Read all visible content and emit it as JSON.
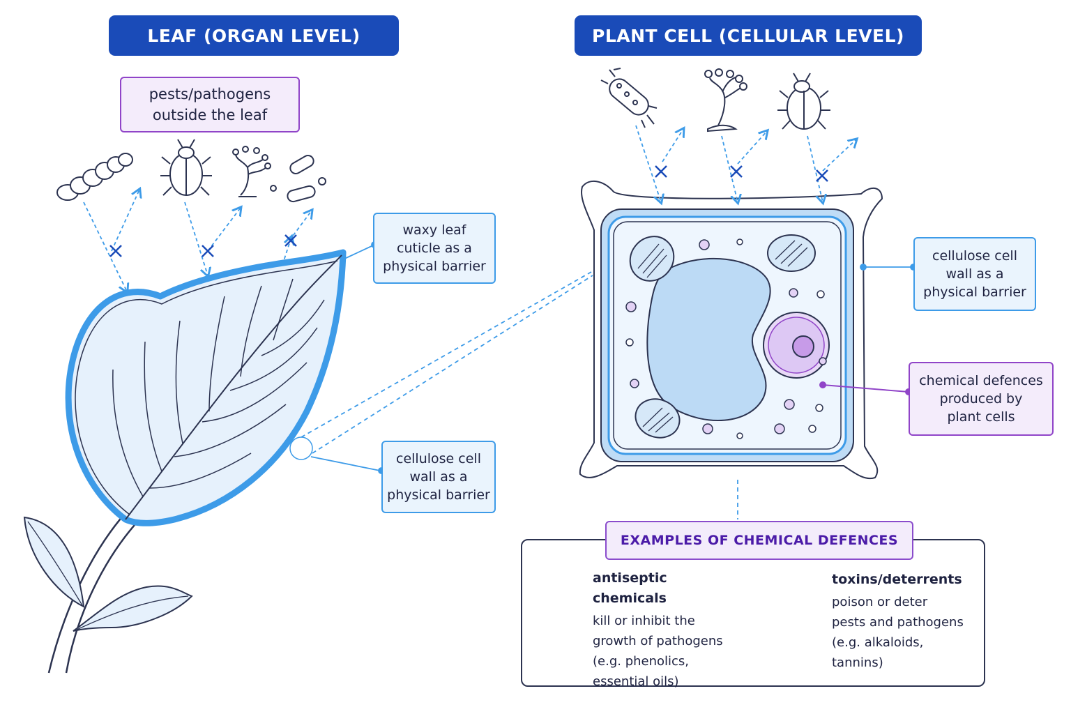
{
  "left_title": "LEAF (ORGAN LEVEL)",
  "right_title": "PLANT CELL (CELLULAR LEVEL)",
  "pests_label": "pests/pathogens\noutside the leaf",
  "cuticle_label": "waxy leaf\ncuticle as a\nphysical barrier",
  "leaf_wall_label": "cellulose cell\nwall as a\nphysical barrier",
  "cell_wall_label": "cellulose cell\nwall as a\nphysical barrier",
  "chem_label": "chemical defences\nproduced by\nplant cells",
  "examples": {
    "title": "EXAMPLES OF CHEMICAL DEFENCES",
    "left": {
      "heading": "antiseptic chemicals",
      "body": "kill or inhibit the\ngrowth of pathogens\n(e.g. phenolics,\nessential oils)"
    },
    "right": {
      "heading": "toxins/deterrents",
      "body": "poison or deter\npests and pathogens\n(e.g. alkaloids,\ntannins)"
    }
  },
  "colors": {
    "title_bg": "#1a4bb8",
    "accent_blue": "#3d9be8",
    "accent_purple": "#9044c8"
  }
}
